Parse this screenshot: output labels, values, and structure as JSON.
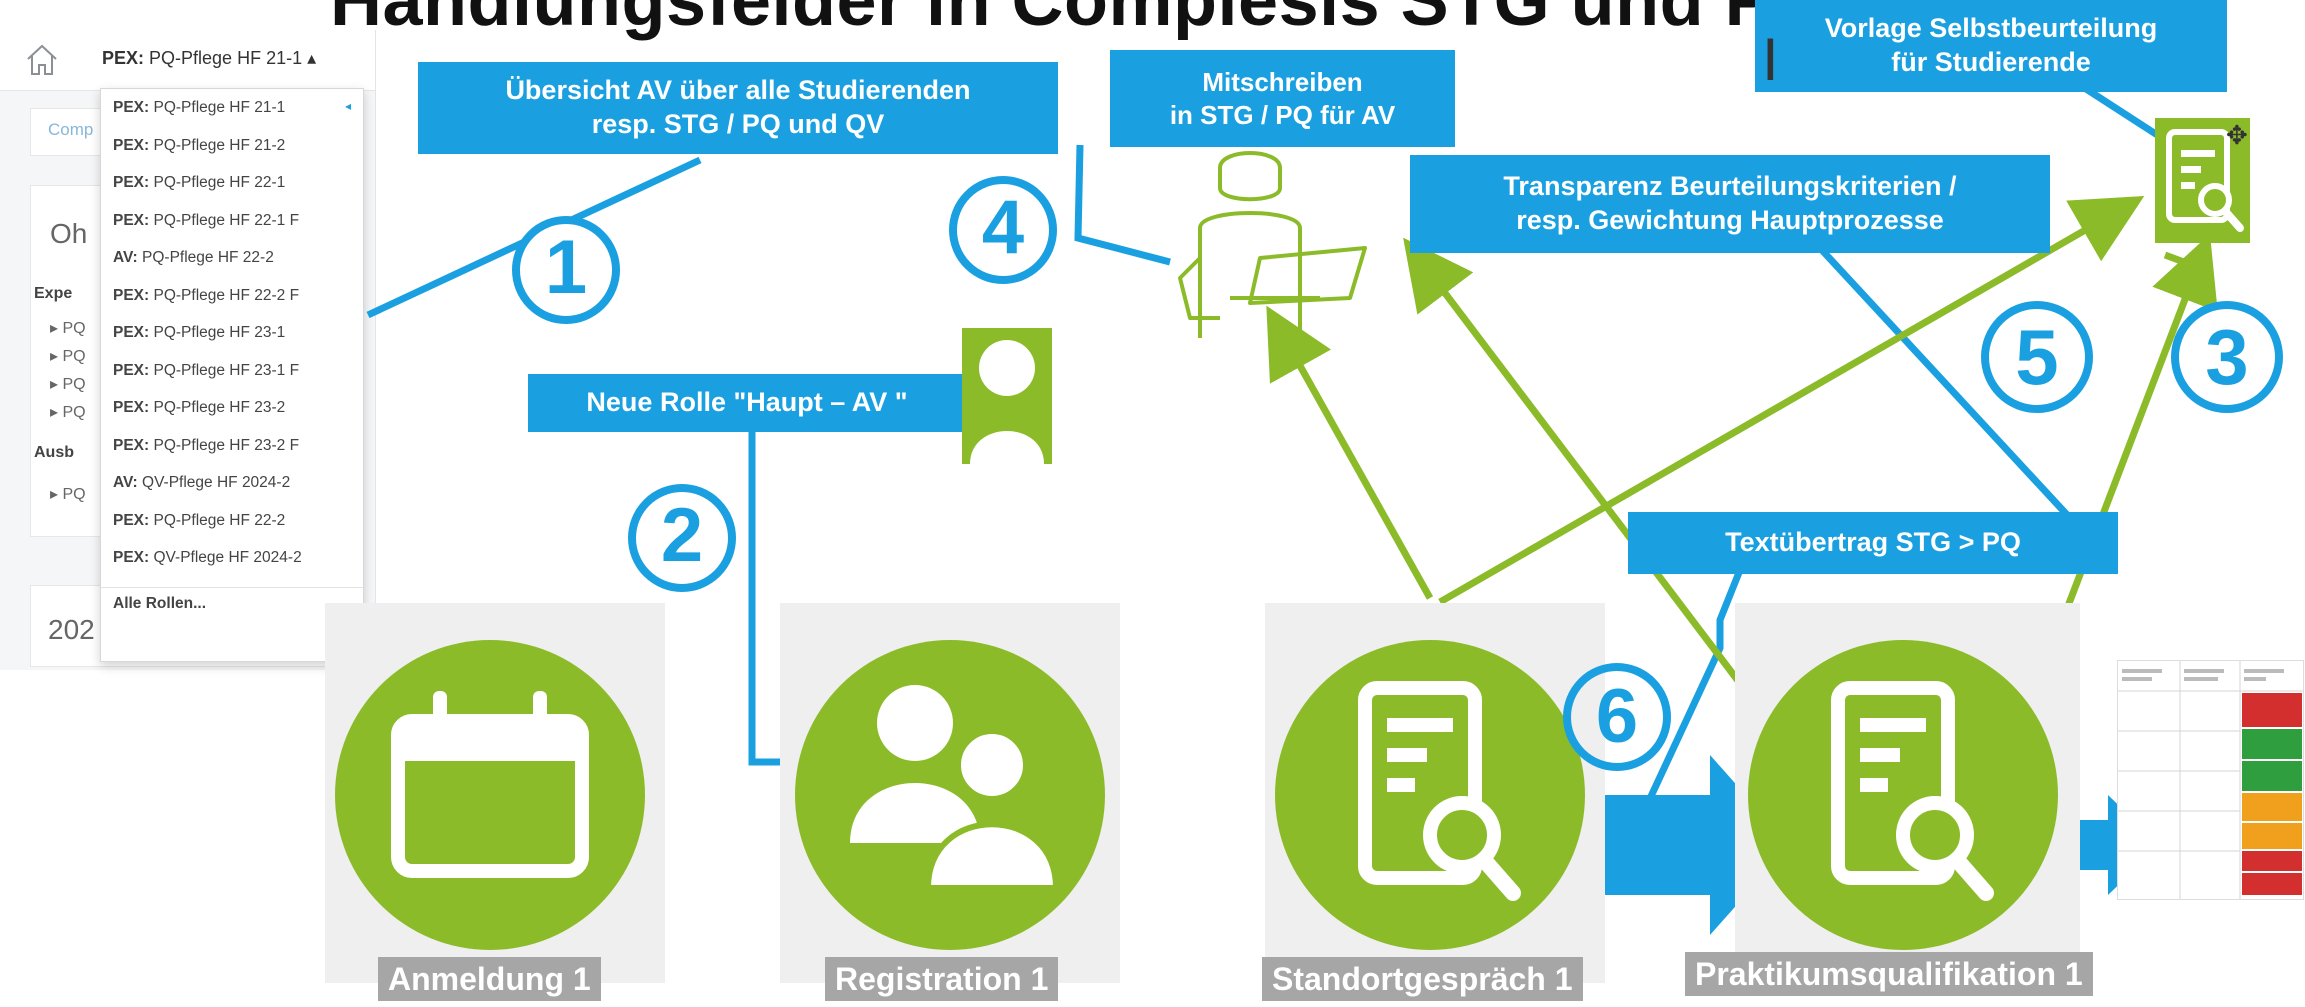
{
  "title": "Handlungsfelder in Compiesis STG und PQ",
  "ui": {
    "role_prefix": "PEX:",
    "role_value": "PQ-Pflege HF 21-1 ▴",
    "bg_comp": "Comp",
    "bg_oh": "Oh",
    "bg_expe": "Expe",
    "bg_pq": [
      "PQ",
      "PQ",
      "PQ",
      "PQ"
    ],
    "bg_ausb": "Ausb",
    "bg_pq_last": "PQ",
    "bg_year": "202",
    "dropdown": [
      {
        "prefix": "PEX:",
        "name": "PQ-Pflege HF 21-1"
      },
      {
        "prefix": "PEX:",
        "name": "PQ-Pflege HF 21-2"
      },
      {
        "prefix": "PEX:",
        "name": "PQ-Pflege HF 22-1"
      },
      {
        "prefix": "PEX:",
        "name": "PQ-Pflege HF 22-1 F"
      },
      {
        "prefix": "AV:",
        "name": "PQ-Pflege HF 22-2"
      },
      {
        "prefix": "PEX:",
        "name": "PQ-Pflege HF 22-2 F"
      },
      {
        "prefix": "PEX:",
        "name": "PQ-Pflege HF 23-1"
      },
      {
        "prefix": "PEX:",
        "name": "PQ-Pflege HF 23-1 F"
      },
      {
        "prefix": "PEX:",
        "name": "PQ-Pflege HF 23-2"
      },
      {
        "prefix": "PEX:",
        "name": "PQ-Pflege HF 23-2 F"
      },
      {
        "prefix": "AV:",
        "name": "QV-Pflege HF 2024-2"
      },
      {
        "prefix": "PEX:",
        "name": "PQ-Pflege HF 22-2"
      },
      {
        "prefix": "PEX:",
        "name": "QV-Pflege HF 2024-2"
      }
    ],
    "all_roles": "Alle Rollen..."
  },
  "callouts": {
    "c1_line1": "Übersicht AV über alle Studierenden",
    "c1_line2": "resp. STG / PQ und QV",
    "c2": "Neue Rolle \"Haupt – AV \"",
    "c4_line1": "Mitschreiben",
    "c4_line2": "in STG / PQ für AV",
    "c3_line1": "Vorlage Selbstbeurteilung",
    "c3_line2": "für Studierende",
    "c5_line1": "Transparenz Beurteilungskriterien /",
    "c5_line2": "resp. Gewichtung Hauptprozesse",
    "c6": "Textübertrag STG > PQ"
  },
  "numbers": {
    "n1": "1",
    "n2": "2",
    "n3": "3",
    "n4": "4",
    "n5": "5",
    "n6": "6"
  },
  "tiles": {
    "t1": "Anmeldung 1",
    "t2": "Registration 1",
    "t3": "Standortgespräch 1",
    "t4": "Praktikumsqualifikation 1"
  },
  "colors": {
    "accent_blue": "#1aa0e0",
    "accent_green": "#8cbb2a",
    "tile_bg": "#efefef",
    "label_gray": "#a6a6a6"
  }
}
